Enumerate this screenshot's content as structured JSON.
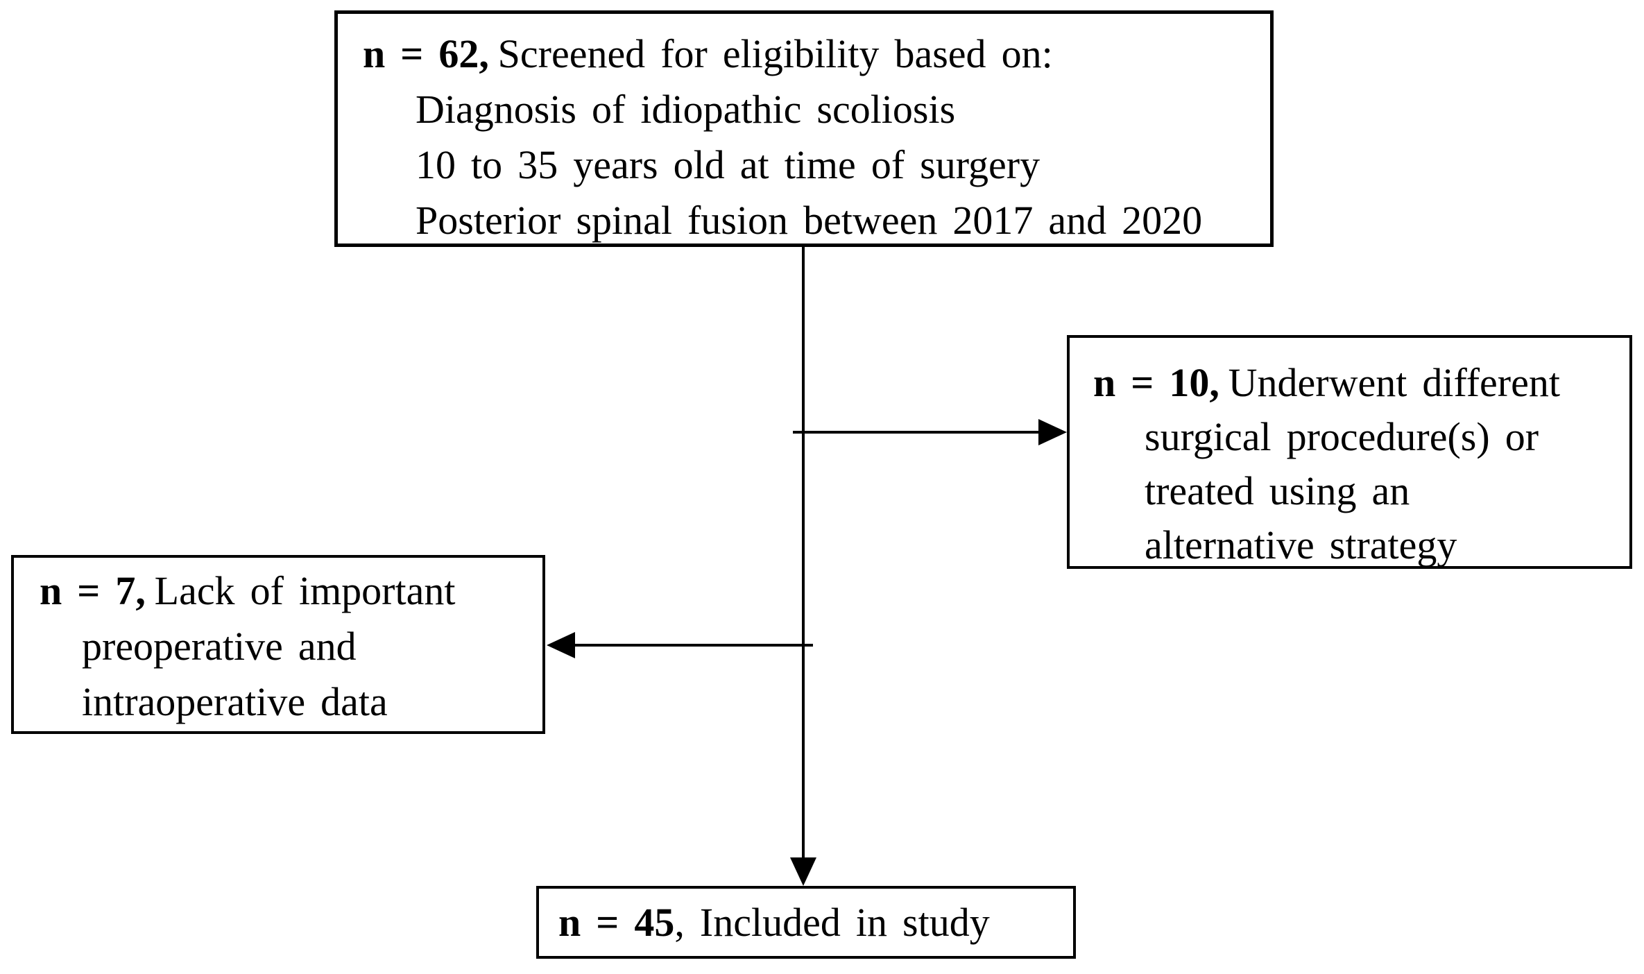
{
  "figure": {
    "type": "flow-diagram",
    "background_color": "#ffffff",
    "line_color": "#000000",
    "boxes": {
      "screened": {
        "n": 62,
        "prefix": "n = 62,",
        "text": "Screened for eligibility based on:",
        "criteria": [
          "Diagnosis of idiopathic scoliosis",
          "10 to 35 years old at time of surgery",
          "Posterior spinal fusion between 2017 and 2020"
        ]
      },
      "excluded_procedure": {
        "n": 10,
        "prefix": "n = 10,",
        "lines": [
          "Underwent different",
          "surgical procedure(s) or",
          "treated using an",
          "alternative strategy"
        ]
      },
      "excluded_data": {
        "n": 7,
        "prefix": "n = 7,",
        "lines": [
          "Lack of important",
          "preoperative and",
          "intraoperative data"
        ]
      },
      "included": {
        "n": 45,
        "prefix": "n = 45",
        "text": ", Included in study"
      }
    }
  }
}
